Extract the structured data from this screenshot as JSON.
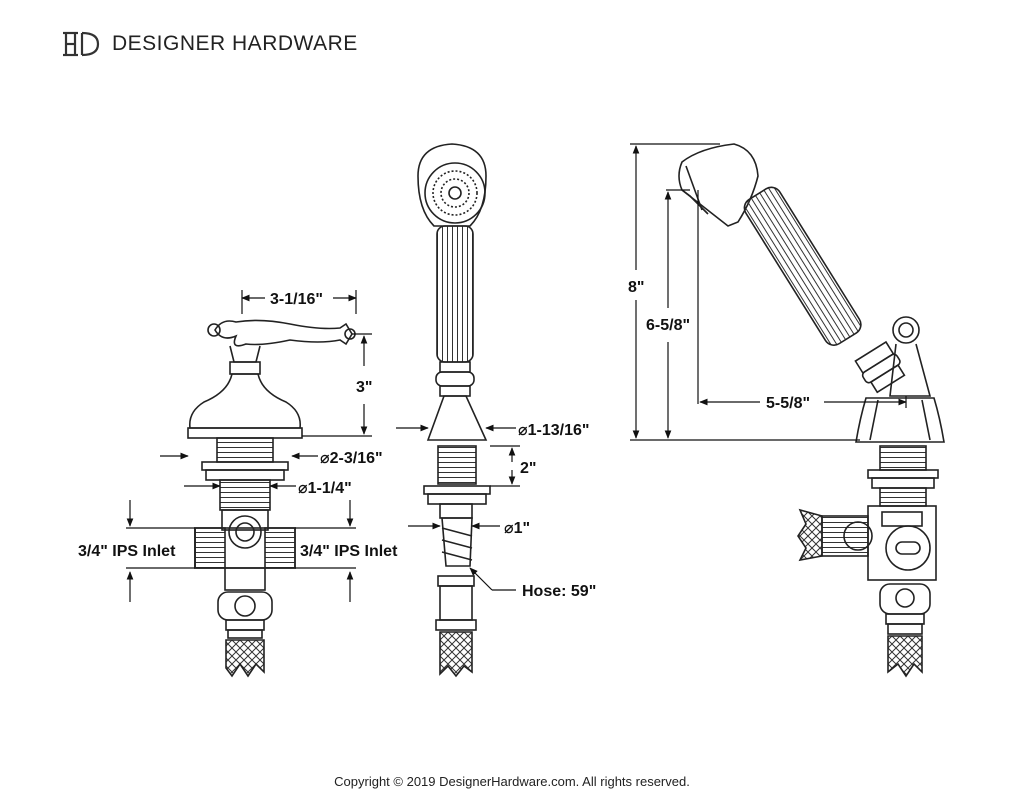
{
  "brand": {
    "name": "DESIGNER HARDWARE",
    "logo_letters": "HD"
  },
  "dimensions": {
    "handle_width": "3-1/16\"",
    "handle_height": "3\"",
    "flange_diameter": "⌀2-3/16\"",
    "shank_diameter": "⌀1-1/4\"",
    "inlet_left": "3/4\" IPS Inlet",
    "inlet_right": "3/4\" IPS Inlet",
    "holder_diameter": "⌀1-13/16\"",
    "shank_length": "2\"",
    "hose_fitting_diameter": "⌀1\"",
    "hose_length": "Hose: 59\"",
    "overall_height": "8\"",
    "holder_height": "6-5/8\"",
    "spray_reach": "5-5/8\""
  },
  "footer": {
    "copyright": "Copyright © 2019 DesignerHardware.com. All rights reserved."
  }
}
